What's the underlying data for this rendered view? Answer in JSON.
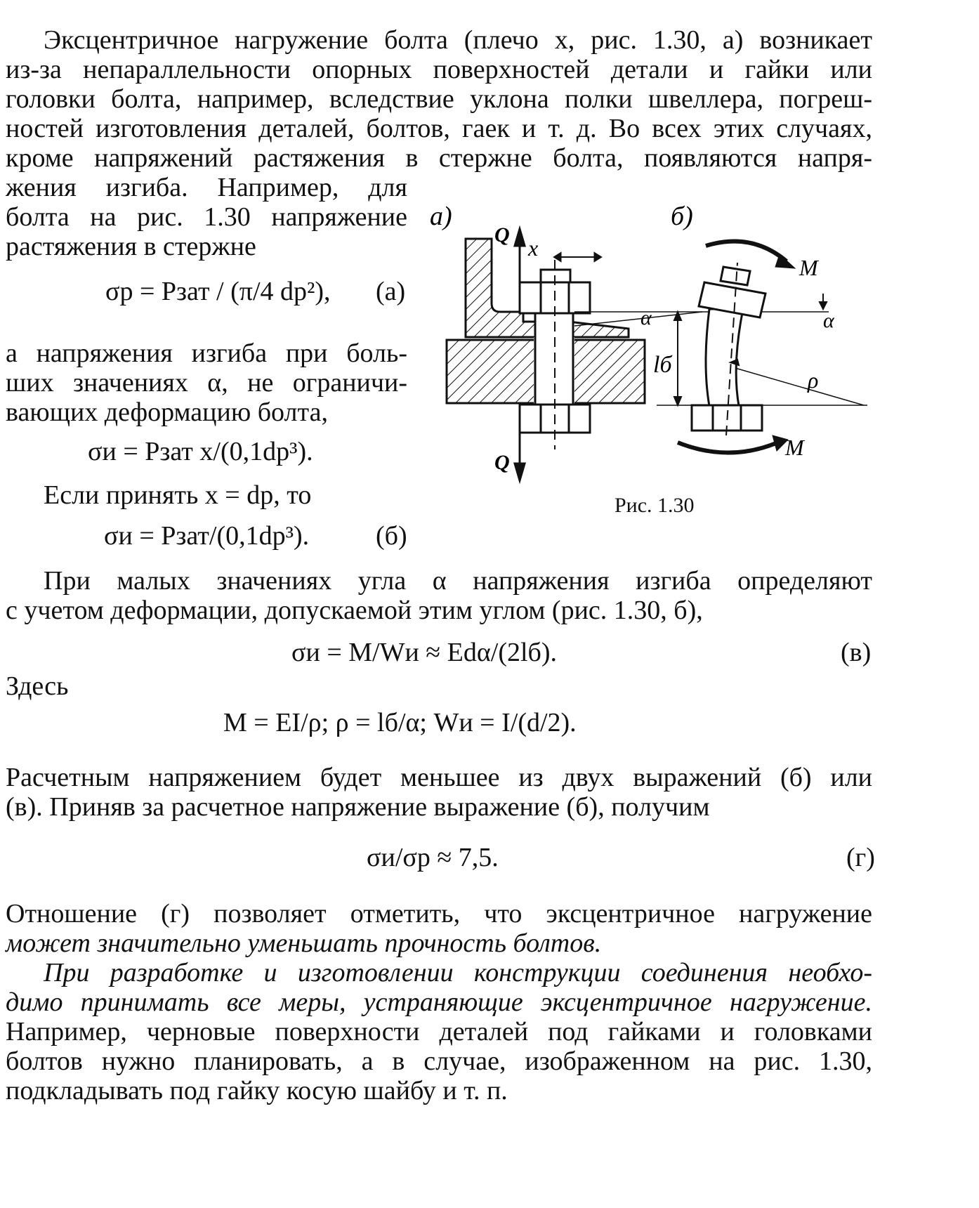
{
  "paragraphs": {
    "p1_l1": "Эксцентричное нагружение болта (плечо x, рис. 1.30, a) возникает",
    "p1_l2": "из-за непараллельности опорных поверхностей детали и гайки или",
    "p1_l3": "головки болта, например, вследствие уклона полки швеллера, погреш-",
    "p1_l4": "ностей изготовления деталей, болтов, гаек и т. д. Во всех этих случаях,",
    "p1_l5": "кроме напряжений растяжения в стержне болта, появляются напря-",
    "p1_l6": "жения изгиба. Например, для",
    "p1_l7": "болта на рис. 1.30 напряжение",
    "p1_l8": "растяжения в стержне",
    "p2_l1": "а напряжения изгиба при боль-",
    "p2_l2": "ших значениях α, не ограничи-",
    "p2_l3": "вающих деформацию болта,",
    "p3": "Если принять x = dр, то",
    "p4_l1": "При малых значениях угла α напряжения изгиба определяют",
    "p4_l2": "с учетом деформации, допускаемой этим углом (рис. 1.30, б),",
    "zdes": "Здесь",
    "p5_l1": "Расчетным напряжением будет меньшее из двух выражений (б) или",
    "p5_l2": "(в). Приняв за расчетное напряжение выражение (б), получим",
    "p6_l1": "Отношение (г) позволяет отметить, что эксцентричное нагружение",
    "p6_l2": "может значительно уменьшать прочность болтов.",
    "p7_l1": "При разработке и изготовлении конструкции соединения необхо-",
    "p7_l2": "димо принимать все меры, устраняющие эксцентричное нагружение.",
    "p7_l3": "Например, черновые поверхности деталей под гайками и головками",
    "p7_l4": "болтов нужно планировать, а в случае, изображенном на рис. 1.30,",
    "p7_l5": "подкладывать под гайку косую шайбу и т. п."
  },
  "equations": {
    "a": "σр = Pзат / (π/4 dр²),",
    "a_tag": "(а)",
    "b1": "σи = Pзат x/(0,1dр³).",
    "b": "σи = Pзат/(0,1dр³).",
    "b_tag": "(б)",
    "v": "σи = M/Wи ≈ Edα/(2lб).",
    "v_tag": "(в)",
    "m": "M = EI/ρ; ρ = lб/α; Wи = I/(d/2).",
    "g": "σи/σр ≈ 7,5.",
    "g_tag": "(г)"
  },
  "figure": {
    "caption": "Рис. 1.30",
    "label_a": "a)",
    "label_b": "б)",
    "Q_top": "Q",
    "Q_bottom": "Q",
    "x": "x",
    "alpha_a": "α",
    "alpha_b": "α",
    "l_b": "lб",
    "rho": "ρ",
    "M_top": "M",
    "M_bottom": "M"
  }
}
